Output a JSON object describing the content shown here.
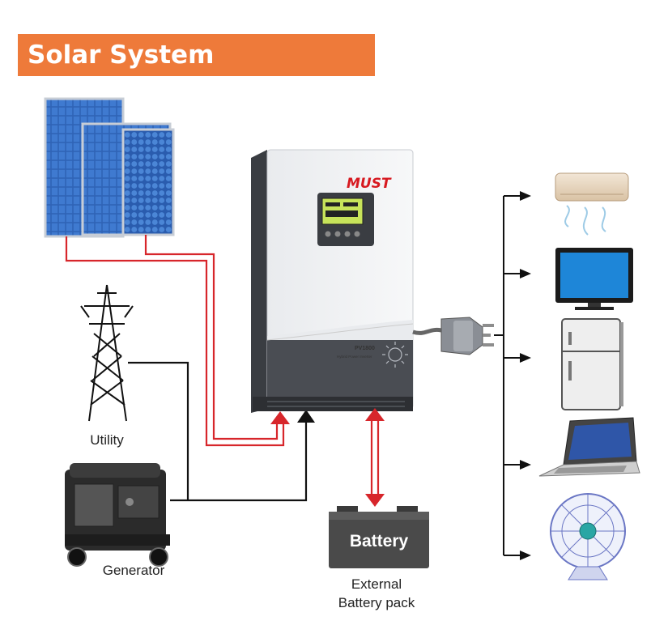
{
  "title": "Solar System Connection",
  "inverter": {
    "brand": "MUST",
    "model": "PV1800",
    "subtitle": "Hybrid Power Inverter"
  },
  "labels": {
    "utility": "Utility",
    "generator": "Generator",
    "battery": "Battery",
    "external_battery_line1": "External",
    "external_battery_line2": "Battery pack"
  },
  "colors": {
    "banner": "#ee7a3a",
    "pv_wire": "#d7262b",
    "ac_wire": "#111111",
    "battery_arrow": "#d7262b"
  },
  "loads": [
    "air-conditioner-icon",
    "television-icon",
    "refrigerator-icon",
    "laptop-icon",
    "fan-icon"
  ]
}
